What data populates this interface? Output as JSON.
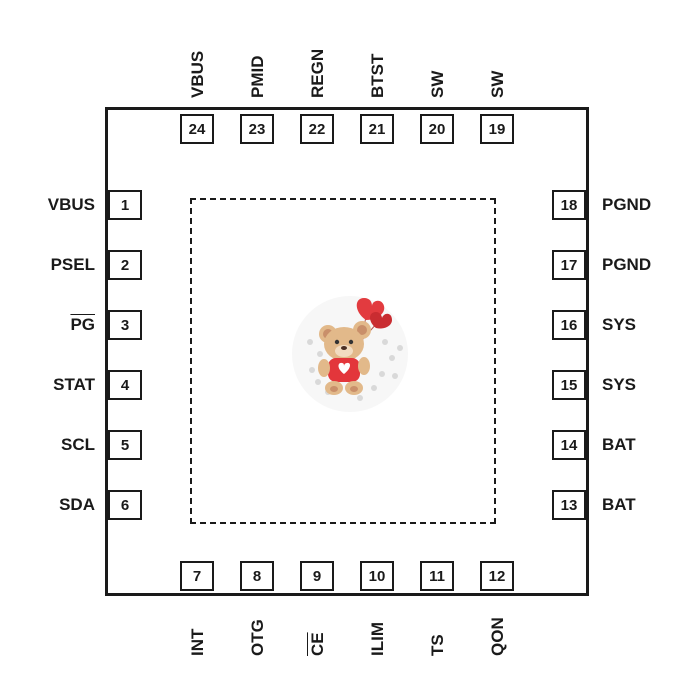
{
  "pins": {
    "left": [
      {
        "num": "1",
        "label": "VBUS",
        "overline": false
      },
      {
        "num": "2",
        "label": "PSEL",
        "overline": false
      },
      {
        "num": "3",
        "label": "PG",
        "overline": true
      },
      {
        "num": "4",
        "label": "STAT",
        "overline": false
      },
      {
        "num": "5",
        "label": "SCL",
        "overline": false
      },
      {
        "num": "6",
        "label": "SDA",
        "overline": false
      }
    ],
    "bottom": [
      {
        "num": "7",
        "label": "INT",
        "overline": false
      },
      {
        "num": "8",
        "label": "OTG",
        "overline": false
      },
      {
        "num": "9",
        "label": "CE",
        "overline": true
      },
      {
        "num": "10",
        "label": "ILIM",
        "overline": false
      },
      {
        "num": "11",
        "label": "TS",
        "overline": false
      },
      {
        "num": "12",
        "label": "QON",
        "overline": false
      }
    ],
    "right": [
      {
        "num": "18",
        "label": "PGND",
        "overline": false
      },
      {
        "num": "17",
        "label": "PGND",
        "overline": false
      },
      {
        "num": "16",
        "label": "SYS",
        "overline": false
      },
      {
        "num": "15",
        "label": "SYS",
        "overline": false
      },
      {
        "num": "14",
        "label": "BAT",
        "overline": false
      },
      {
        "num": "13",
        "label": "BAT",
        "overline": false
      }
    ],
    "top": [
      {
        "num": "24",
        "label": "VBUS",
        "overline": false
      },
      {
        "num": "23",
        "label": "PMID",
        "overline": false
      },
      {
        "num": "22",
        "label": "REGN",
        "overline": false
      },
      {
        "num": "21",
        "label": "BTST",
        "overline": false
      },
      {
        "num": "20",
        "label": "SW",
        "overline": false
      },
      {
        "num": "19",
        "label": "SW",
        "overline": false
      }
    ]
  },
  "colors": {
    "line": "#1a1a1a",
    "balloon": "#e23b3f",
    "bear": "#e2b98a",
    "shirt": "#e3363b",
    "dots": "#d9d9d9"
  },
  "icons": {
    "center": "teddy-bear-with-heart-balloons-icon"
  }
}
